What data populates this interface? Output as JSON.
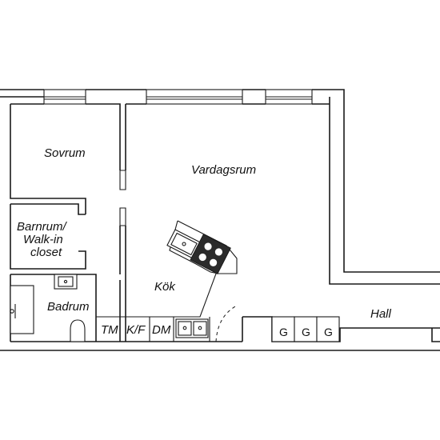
{
  "rooms": {
    "sovrum": "Sovrum",
    "vardagsrum": "Vardagsrum",
    "barnrum_line1": "Barnrum/",
    "barnrum_line2": "Walk-in",
    "barnrum_line3": "closet",
    "kok": "Kök",
    "badrum": "Badrum",
    "hall": "Hall"
  },
  "fixtures": {
    "tm": "TM",
    "kf": "K/F",
    "dm": "DM",
    "g1": "G",
    "g2": "G",
    "g3": "G"
  }
}
